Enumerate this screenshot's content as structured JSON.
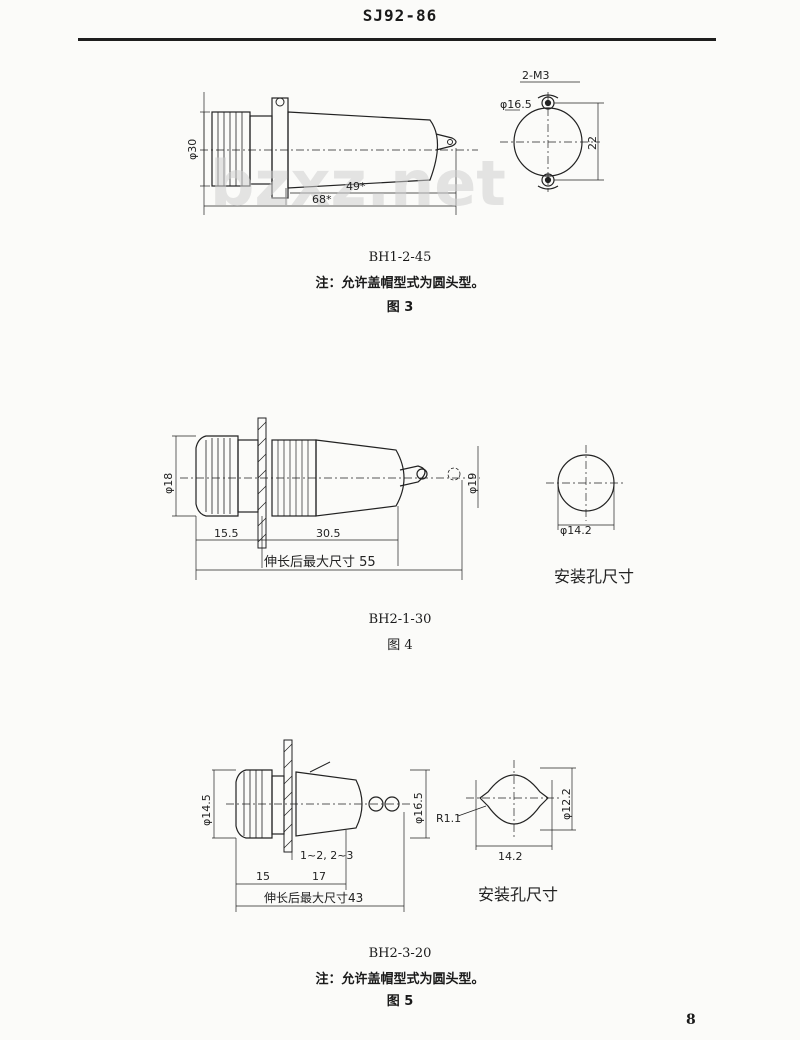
{
  "header": {
    "code": "SJ92-86"
  },
  "watermark": "bzxz.net",
  "figures": [
    {
      "model": "BH1-2-45",
      "note": "注：允许盖帽型式为圆头型。",
      "label": "图 3",
      "dims": {
        "body_dia": "φ30",
        "length_a": "49*",
        "length_b": "68*",
        "screw": "2-M3",
        "hole_dia": "φ16.5",
        "hole_pitch": "22"
      }
    },
    {
      "model": "BH2-1-30",
      "label": "图 4",
      "dims": {
        "cap_dia": "φ18",
        "body_dia": "φ19",
        "len_a": "15.5",
        "len_b": "30.5",
        "max_len": "伸长后最大尺寸 55",
        "hole_dia": "φ14.2",
        "hole_title": "安装孔尺寸"
      }
    },
    {
      "model": "BH2-3-20",
      "note": "注：允许盖帽型式为圆头型。",
      "label": "图 5",
      "dims": {
        "cap_dia": "φ14.5",
        "body_dia": "φ16.5",
        "panel": "1~2, 2~3",
        "len_a": "15",
        "len_b": "17",
        "max_len": "伸长后最大尺寸43",
        "radius": "R1.1",
        "hole_width": "14.2",
        "hole_height": "φ12.2",
        "hole_title": "安装孔尺寸"
      }
    }
  ],
  "page_number": "8"
}
